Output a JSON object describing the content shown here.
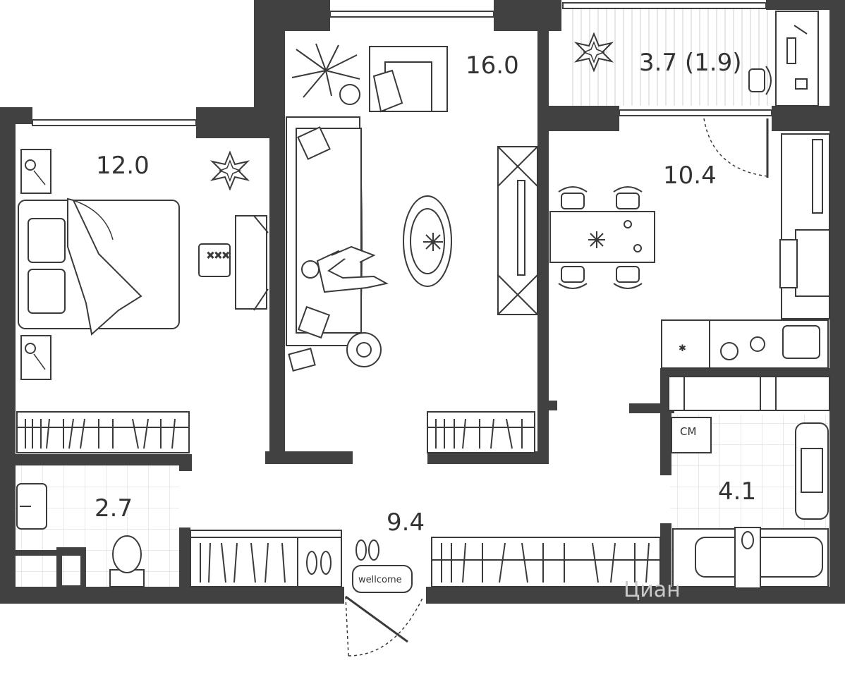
{
  "rooms": {
    "living": "16.0",
    "bedroom": "12.0",
    "kitchen": "10.4",
    "balcony": "3.7 (1.9)",
    "wc": "2.7",
    "hall": "9.4",
    "bathroom": "4.1"
  },
  "labels": {
    "doormat": "wellcome",
    "washer": "CM"
  },
  "watermark": "Циан",
  "colors": {
    "wall": "#414141",
    "line": "#3a3a3a",
    "tile": "#d4d4d4"
  }
}
